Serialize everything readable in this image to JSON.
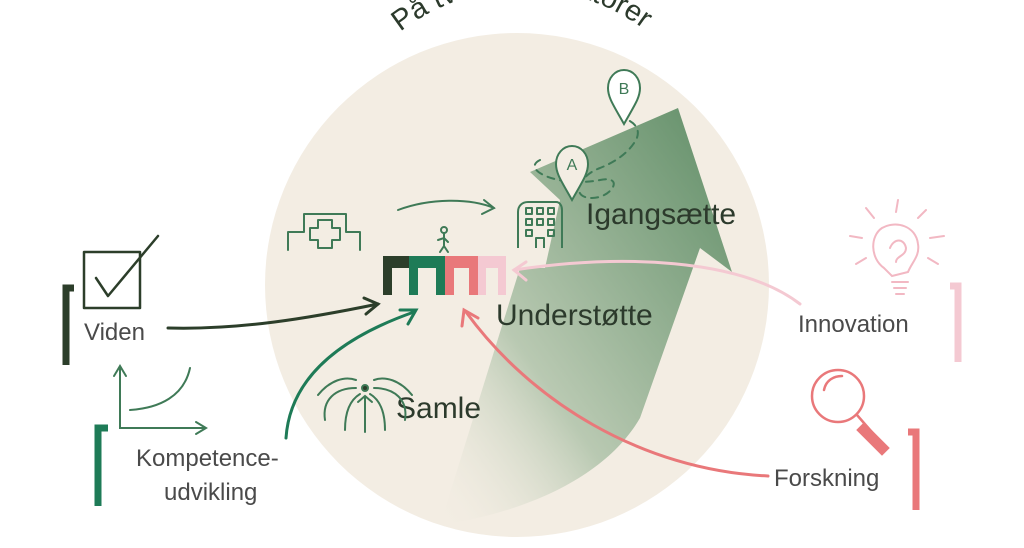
{
  "title": "På tværs af sektorer",
  "stages": {
    "igangsaette": "Igangsætte",
    "understoette": "Understøtte",
    "samle": "Samle"
  },
  "inputs": {
    "viden": "Viden",
    "kompetence_line1": "Kompetence-",
    "kompetence_line2": "udvikling",
    "innovation": "Innovation",
    "forskning": "Forskning"
  },
  "pins": {
    "a": "A",
    "b": "B"
  },
  "colors": {
    "circle": "#f3ede3",
    "dark_green": "#2c3e2a",
    "mid_green": "#1e7b57",
    "arrow_green": "#6f9a73",
    "salmon": "#e9787a",
    "pink": "#f4c9d2",
    "text": "#2c3a2c",
    "gray_text": "#4a4a4a"
  }
}
